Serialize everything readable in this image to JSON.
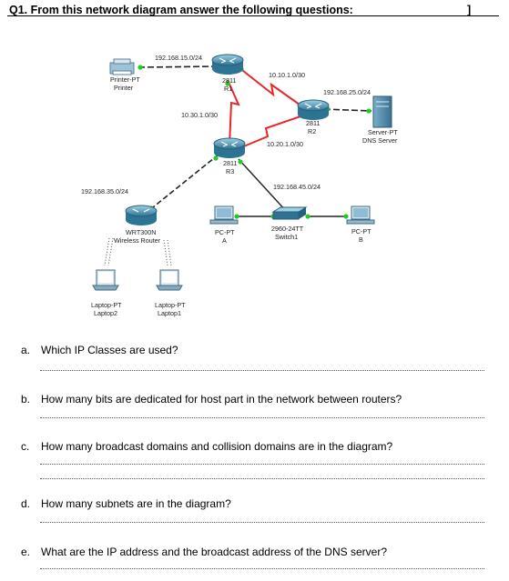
{
  "header": {
    "title": "Q1. From this network diagram answer the following questions:",
    "bracket": "]"
  },
  "diagram": {
    "networks": {
      "n15": "192.168.15.0/24",
      "n10_10": "10.10.1.0/30",
      "n25": "192.168.25.0/24",
      "n30": "10.30.1.0/30",
      "n20": "10.20.1.0/30",
      "n45": "192.168.45.0/24",
      "n35": "192.168.35.0/24"
    },
    "devices": {
      "printer": {
        "type": "Printer-PT",
        "name": "Printer"
      },
      "r1": {
        "type": "2811",
        "name": "R1"
      },
      "r2": {
        "type": "2811",
        "name": "R2"
      },
      "r3": {
        "type": "2811",
        "name": "R3"
      },
      "server": {
        "type": "Server-PT",
        "name": "DNS Server"
      },
      "wrt": {
        "type": "WRT300N",
        "name": "Wireless Router"
      },
      "pca": {
        "type": "PC-PT",
        "name": "A"
      },
      "switch": {
        "type": "2960-24TT",
        "name": "Switch1"
      },
      "pcb": {
        "type": "PC-PT",
        "name": "B"
      },
      "laptop2": {
        "type": "Laptop-PT",
        "name": "Laptop2"
      },
      "laptop1": {
        "type": "Laptop-PT",
        "name": "Laptop1"
      }
    },
    "colors": {
      "serial": "#e8262a",
      "cross": "#222222",
      "link": "#222222",
      "port": "#22cc22",
      "router": "#3a8aa8"
    }
  },
  "questions": [
    {
      "letter": "a.",
      "text": "Which IP Classes are used?"
    },
    {
      "letter": "b.",
      "text": "How many bits are dedicated for host part in the network between routers?"
    },
    {
      "letter": "c.",
      "text": "How many broadcast domains and collision domains are in the diagram?"
    },
    {
      "letter": "d.",
      "text": "How many subnets are in the diagram?"
    },
    {
      "letter": "e.",
      "text": "What are the IP address and the broadcast address of the DNS server?"
    }
  ]
}
